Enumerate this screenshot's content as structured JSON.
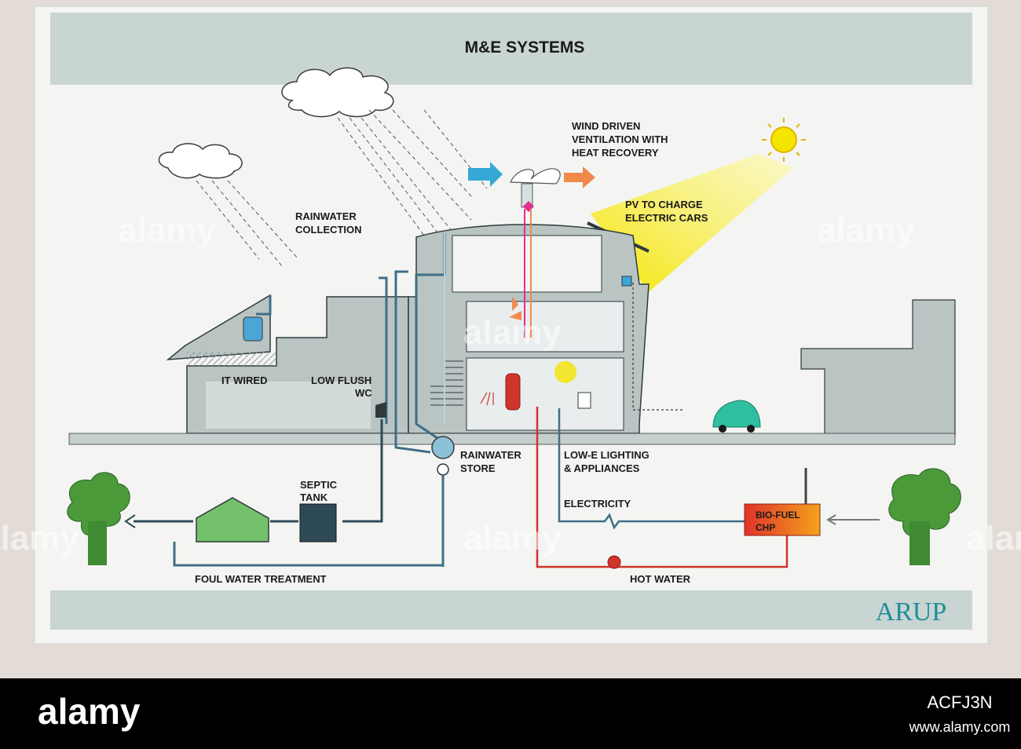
{
  "title": "M&E SYSTEMS",
  "labels": {
    "wind": [
      "WIND DRIVEN",
      "VENTILATION WITH",
      "HEAT RECOVERY"
    ],
    "rainwater_collection": [
      "RAINWATER",
      "COLLECTION"
    ],
    "pv": [
      "PV TO CHARGE",
      "ELECTRIC CARS"
    ],
    "it_wired": "IT WIRED",
    "low_flush": [
      "LOW FLUSH",
      "WC"
    ],
    "rainwater_store": [
      "RAINWATER",
      "STORE"
    ],
    "low_e": [
      "LOW-E LIGHTING",
      "& APPLIANCES"
    ],
    "septic": [
      "SEPTIC",
      "TANK"
    ],
    "electricity": "ELECTRICITY",
    "biofuel": [
      "BIO-FUEL",
      "CHP"
    ],
    "foul_water": "FOUL WATER TREATMENT",
    "hot_water": "HOT WATER"
  },
  "brand": "ARUP",
  "watermarks": [
    "alamy",
    "alamy",
    "alamy",
    "alamy",
    "alamy",
    "alamy"
  ],
  "footer_logo": "alamy",
  "image_id": "ACFJ3N",
  "footer_url": "www.alamy.com",
  "colors": {
    "board": "#f4f5f2",
    "band": "#c9d5d3",
    "building": "#b9c4c3",
    "building_edge": "#2f3a3c",
    "rain_pipe": "#3f6f86",
    "hot_pipe": "#d0342c",
    "septic": "#2e4a57",
    "reedbed": "#74c16b",
    "sun": "#f4e400",
    "car": "#2fbfa0",
    "brand": "#1f8e9a"
  }
}
